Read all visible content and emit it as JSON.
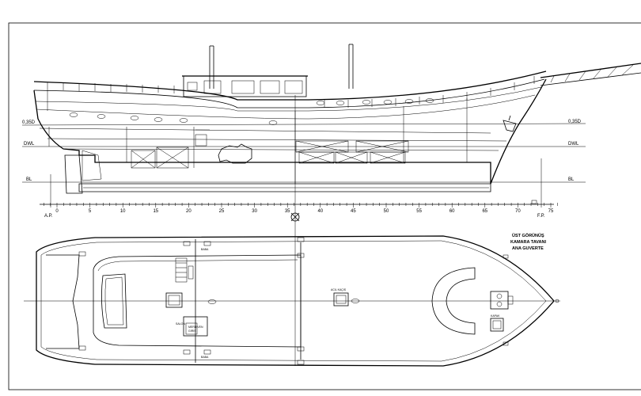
{
  "profile_labels": {
    "left_035d": "0,35D",
    "right_035d": "0,35D",
    "dwl_left": "DWL",
    "dwl_right": "DWL",
    "bl_left": "BL",
    "bl_right": "BL",
    "ap": "A.P.",
    "fp": "F.P."
  },
  "scale_numbers": [
    "0",
    "5",
    "10",
    "15",
    "20",
    "25",
    "30",
    "35",
    "40",
    "45",
    "50",
    "55",
    "60",
    "65",
    "70",
    "75"
  ],
  "legend_lines": [
    "ÜST GÖRÜNÜŞ",
    "KAMARA TAVANI",
    "ANA GUVERTE"
  ],
  "plan_labels": {
    "hatch_mid": "ACIL KAÇIS",
    "hatch_bow": "KAPAK",
    "cabin_note_1": "SALON",
    "cabin_note_2": "MERDIVEN",
    "cabin_note_3": "GIRIS",
    "cleat": "BABA"
  }
}
